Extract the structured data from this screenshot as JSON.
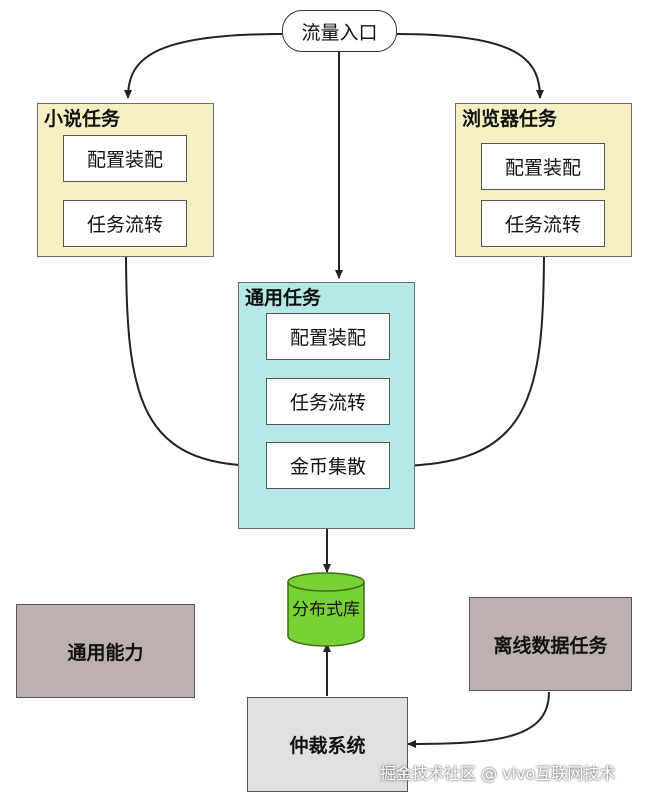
{
  "entry": {
    "label": "流量入口"
  },
  "groups": {
    "novel": {
      "title": "小说任务",
      "items": [
        "配置装配",
        "任务流转"
      ]
    },
    "browser": {
      "title": "浏览器任务",
      "items": [
        "配置装配",
        "任务流转"
      ]
    },
    "common": {
      "title": "通用任务",
      "items": [
        "配置装配",
        "任务流转",
        "金币集散"
      ]
    }
  },
  "database": {
    "label": "分布式库"
  },
  "common_capability": {
    "label": "通用能力"
  },
  "offline_tasks": {
    "label": "离线数据任务"
  },
  "arbitration": {
    "label": "仲裁系统"
  },
  "watermark": {
    "text": "掘金技术社区 @ vivo互联网技术"
  },
  "colors": {
    "yellow_group": "#f6efc4",
    "cyan_group": "#b7e8e8",
    "gray_box": "#bdb1af",
    "light_gray_box": "#e0e0e0",
    "db_green": "#78d135"
  }
}
